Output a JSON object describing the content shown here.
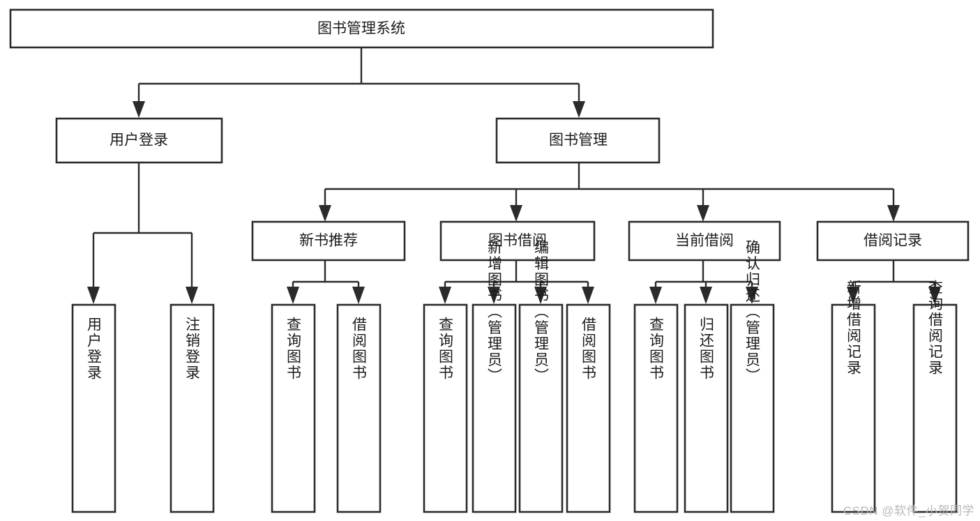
{
  "diagram": {
    "title": "图书管理系统",
    "watermark": "CSDN @软件_小贺同学",
    "colors": {
      "box_stroke": "#2b2b2b",
      "box_fill": "#ffffff",
      "text": "#1b1b1b",
      "background": "#ffffff",
      "watermark": "#b8b8b8"
    },
    "nodes": {
      "root": {
        "label": "图书管理系统"
      },
      "level2": [
        {
          "id": "user-login",
          "label": "用户登录"
        },
        {
          "id": "book-management",
          "label": "图书管理"
        }
      ],
      "level3": [
        {
          "id": "new-book-recommend",
          "label": "新书推荐"
        },
        {
          "id": "book-borrow",
          "label": "图书借阅"
        },
        {
          "id": "current-borrow",
          "label": "当前借阅"
        },
        {
          "id": "borrow-record",
          "label": "借阅记录"
        }
      ],
      "leaves": {
        "user-login": [
          {
            "id": "leaf-user-login",
            "label": "用户登录"
          },
          {
            "id": "leaf-logout-login",
            "label": "注销登录"
          }
        ],
        "new-book-recommend": [
          {
            "id": "leaf-query-book-1",
            "label": "查询图书"
          },
          {
            "id": "leaf-borrow-book-1",
            "label": "借阅图书"
          }
        ],
        "book-borrow": [
          {
            "id": "leaf-query-book-2",
            "label": "查询图书"
          },
          {
            "id": "leaf-add-book",
            "label": "新增图书（管理员）"
          },
          {
            "id": "leaf-edit-book",
            "label": "编辑图书（管理员）"
          },
          {
            "id": "leaf-borrow-book-2",
            "label": "借阅图书"
          }
        ],
        "current-borrow": [
          {
            "id": "leaf-query-book-3",
            "label": "查询图书"
          },
          {
            "id": "leaf-return-book",
            "label": "归还图书"
          },
          {
            "id": "leaf-confirm-return",
            "label": "确认归还（管理员）"
          }
        ],
        "borrow-record": [
          {
            "id": "leaf-add-record",
            "label": "新增借阅记录"
          },
          {
            "id": "leaf-query-record",
            "label": "查询借阅记录"
          }
        ]
      }
    }
  }
}
